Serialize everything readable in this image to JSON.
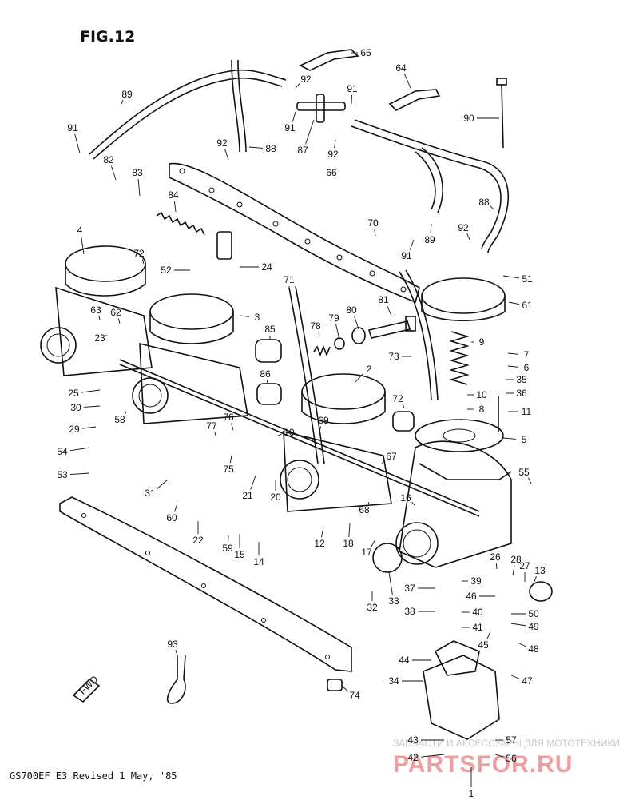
{
  "figure": {
    "title": "FIG.12"
  },
  "footer": {
    "text": "GS700EF E3  Revised 1 May, '85"
  },
  "direction_marker": {
    "label": "FWD"
  },
  "watermark": {
    "line1": "ЗАПЧАСТИ И АКСЕССУАРЫ ДЛЯ МОТОТЕХНИКИ",
    "line2": "PARTSFOR.RU",
    "color": "#e05050"
  },
  "callouts": [
    {
      "num": "1"
    },
    {
      "num": "2"
    },
    {
      "num": "3"
    },
    {
      "num": "4"
    },
    {
      "num": "5"
    },
    {
      "num": "6"
    },
    {
      "num": "7"
    },
    {
      "num": "8"
    },
    {
      "num": "9"
    },
    {
      "num": "10"
    },
    {
      "num": "11"
    },
    {
      "num": "12"
    },
    {
      "num": "13"
    },
    {
      "num": "14"
    },
    {
      "num": "15"
    },
    {
      "num": "16"
    },
    {
      "num": "17"
    },
    {
      "num": "18"
    },
    {
      "num": "19"
    },
    {
      "num": "20"
    },
    {
      "num": "21"
    },
    {
      "num": "22"
    },
    {
      "num": "23"
    },
    {
      "num": "24"
    },
    {
      "num": "25"
    },
    {
      "num": "26"
    },
    {
      "num": "27"
    },
    {
      "num": "28"
    },
    {
      "num": "29"
    },
    {
      "num": "30"
    },
    {
      "num": "31"
    },
    {
      "num": "32"
    },
    {
      "num": "33"
    },
    {
      "num": "34"
    },
    {
      "num": "35"
    },
    {
      "num": "36"
    },
    {
      "num": "37"
    },
    {
      "num": "38"
    },
    {
      "num": "39"
    },
    {
      "num": "40"
    },
    {
      "num": "41"
    },
    {
      "num": "42"
    },
    {
      "num": "43"
    },
    {
      "num": "44"
    },
    {
      "num": "45"
    },
    {
      "num": "46"
    },
    {
      "num": "47"
    },
    {
      "num": "48"
    },
    {
      "num": "49"
    },
    {
      "num": "50"
    },
    {
      "num": "51"
    },
    {
      "num": "52"
    },
    {
      "num": "53"
    },
    {
      "num": "54"
    },
    {
      "num": "55"
    },
    {
      "num": "56"
    },
    {
      "num": "57"
    },
    {
      "num": "58"
    },
    {
      "num": "59"
    },
    {
      "num": "60"
    },
    {
      "num": "61"
    },
    {
      "num": "62"
    },
    {
      "num": "63"
    },
    {
      "num": "64"
    },
    {
      "num": "65"
    },
    {
      "num": "66"
    },
    {
      "num": "67"
    },
    {
      "num": "68"
    },
    {
      "num": "69"
    },
    {
      "num": "70"
    },
    {
      "num": "71"
    },
    {
      "num": "72"
    },
    {
      "num": "72"
    },
    {
      "num": "73"
    },
    {
      "num": "74"
    },
    {
      "num": "75"
    },
    {
      "num": "76"
    },
    {
      "num": "77"
    },
    {
      "num": "78"
    },
    {
      "num": "79"
    },
    {
      "num": "80"
    },
    {
      "num": "81"
    },
    {
      "num": "82"
    },
    {
      "num": "83"
    },
    {
      "num": "84"
    },
    {
      "num": "85"
    },
    {
      "num": "86"
    },
    {
      "num": "87"
    },
    {
      "num": "88"
    },
    {
      "num": "88"
    },
    {
      "num": "89"
    },
    {
      "num": "89"
    },
    {
      "num": "90"
    },
    {
      "num": "91"
    },
    {
      "num": "91"
    },
    {
      "num": "91"
    },
    {
      "num": "91"
    },
    {
      "num": "92"
    },
    {
      "num": "92"
    },
    {
      "num": "92"
    },
    {
      "num": "92"
    },
    {
      "num": "93"
    }
  ]
}
